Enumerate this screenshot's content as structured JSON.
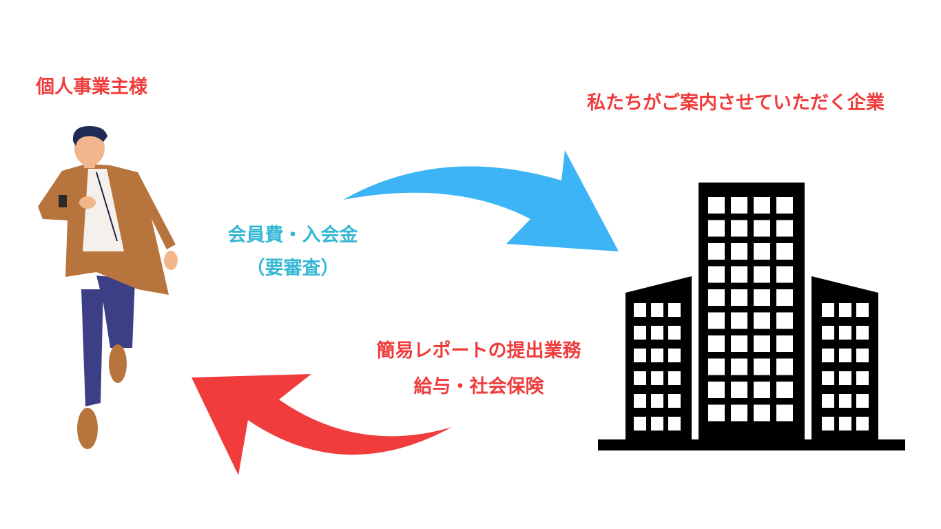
{
  "colors": {
    "red": "#f03c3c",
    "blue": "#3db4f5",
    "cyan": "#36b7d6",
    "building": "#000000"
  },
  "individual": {
    "label": "個人事業主様"
  },
  "company": {
    "label": "私たちがご案内させていただく企業"
  },
  "fee": {
    "line1": "会員費・入会金",
    "line2": "（要審査）"
  },
  "service": {
    "line1": "簡易レポートの提出業務",
    "line2": "給与・社会保険"
  },
  "icons": {
    "person": "walking-businessman-icon",
    "building": "office-building-icon",
    "arrow_right": "curved-arrow-right-icon",
    "arrow_left": "curved-arrow-left-icon"
  }
}
